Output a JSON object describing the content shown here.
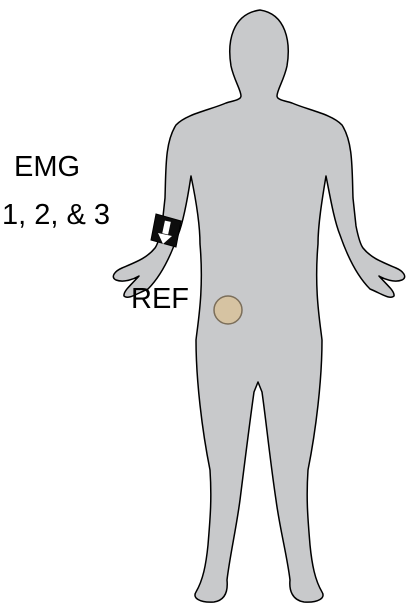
{
  "labels": {
    "emg_line1": "EMG",
    "emg_line2": "1, 2, & 3",
    "ref": "REF"
  },
  "colors": {
    "body_fill": "#c8c9cb",
    "body_outline": "#000000",
    "electrode_band": "#0d0d0d",
    "electrode_arrow": "#ffffff",
    "ref_electrode": "#d6c3a2",
    "ref_outline": "#7b6e5a"
  },
  "icons": {
    "emg_electrode": "down-arrow-icon",
    "ref_electrode": "circle-electrode-icon"
  }
}
